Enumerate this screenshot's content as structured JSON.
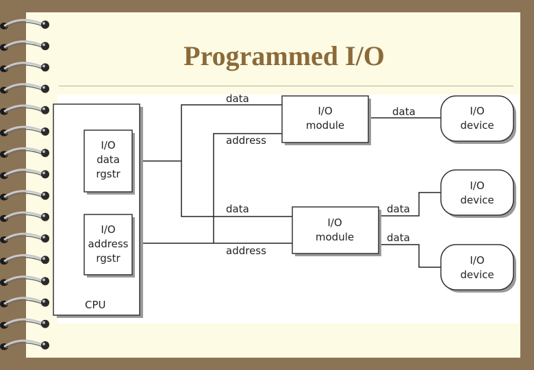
{
  "title": "Programmed I/O",
  "cpu": {
    "label": "CPU",
    "data_register": [
      "I/O",
      "data",
      "rgstr"
    ],
    "address_register": [
      "I/O",
      "address",
      "rgstr"
    ]
  },
  "modules": [
    {
      "label": [
        "I/O",
        "module"
      ]
    },
    {
      "label": [
        "I/O",
        "module"
      ]
    }
  ],
  "devices": [
    {
      "label": [
        "I/O",
        "device"
      ]
    },
    {
      "label": [
        "I/O",
        "device"
      ]
    },
    {
      "label": [
        "I/O",
        "device"
      ]
    }
  ],
  "bus_labels": {
    "module1_data": "data",
    "module1_address": "address",
    "module2_data": "data",
    "module2_address": "address",
    "device1_data": "data",
    "device2_data": "data",
    "device3_data": "data"
  },
  "colors": {
    "frame": "#8b7355",
    "page": "#fdfbe4",
    "title": "#8b6a3a",
    "line": "#222222"
  }
}
